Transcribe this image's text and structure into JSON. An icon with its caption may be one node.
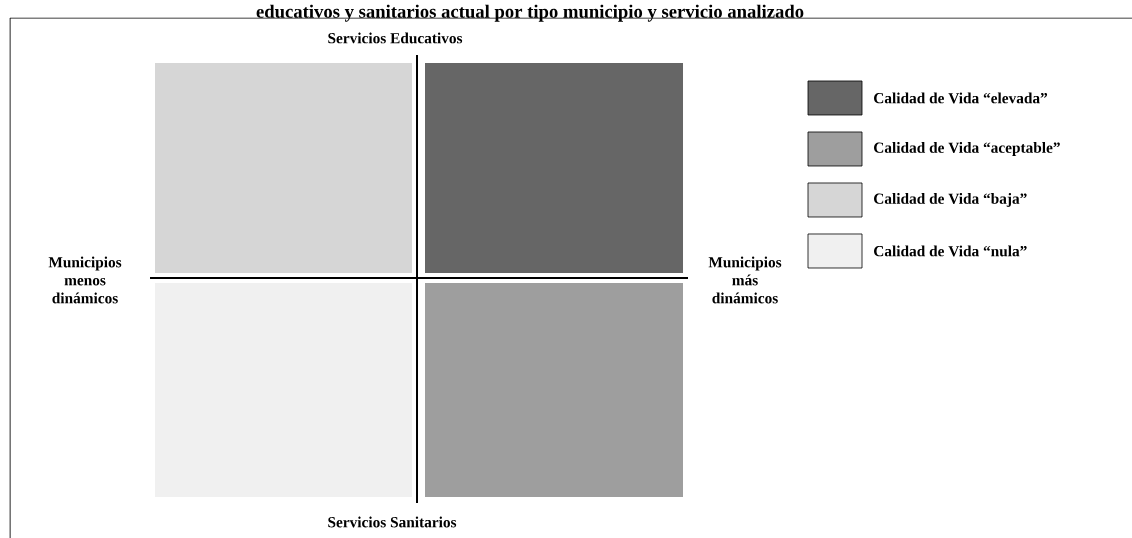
{
  "diagram": {
    "title": "educativos y sanitarios actual por tipo municipio y servicio analizado",
    "labels": [
      "Servicios Educativos",
      "Municipios menos dinámicos",
      "Municipios más dinámicos",
      "Servicios Sanitarios"
    ],
    "legend": [
      {
        "text": "Calidad de Vida “elevada”"
      },
      {
        "text": "Calidad de Vida “aceptable”"
      },
      {
        "text": "Calidad de Vida “baja”"
      },
      {
        "text": "Calidad de Vida “nula”"
      }
    ]
  }
}
